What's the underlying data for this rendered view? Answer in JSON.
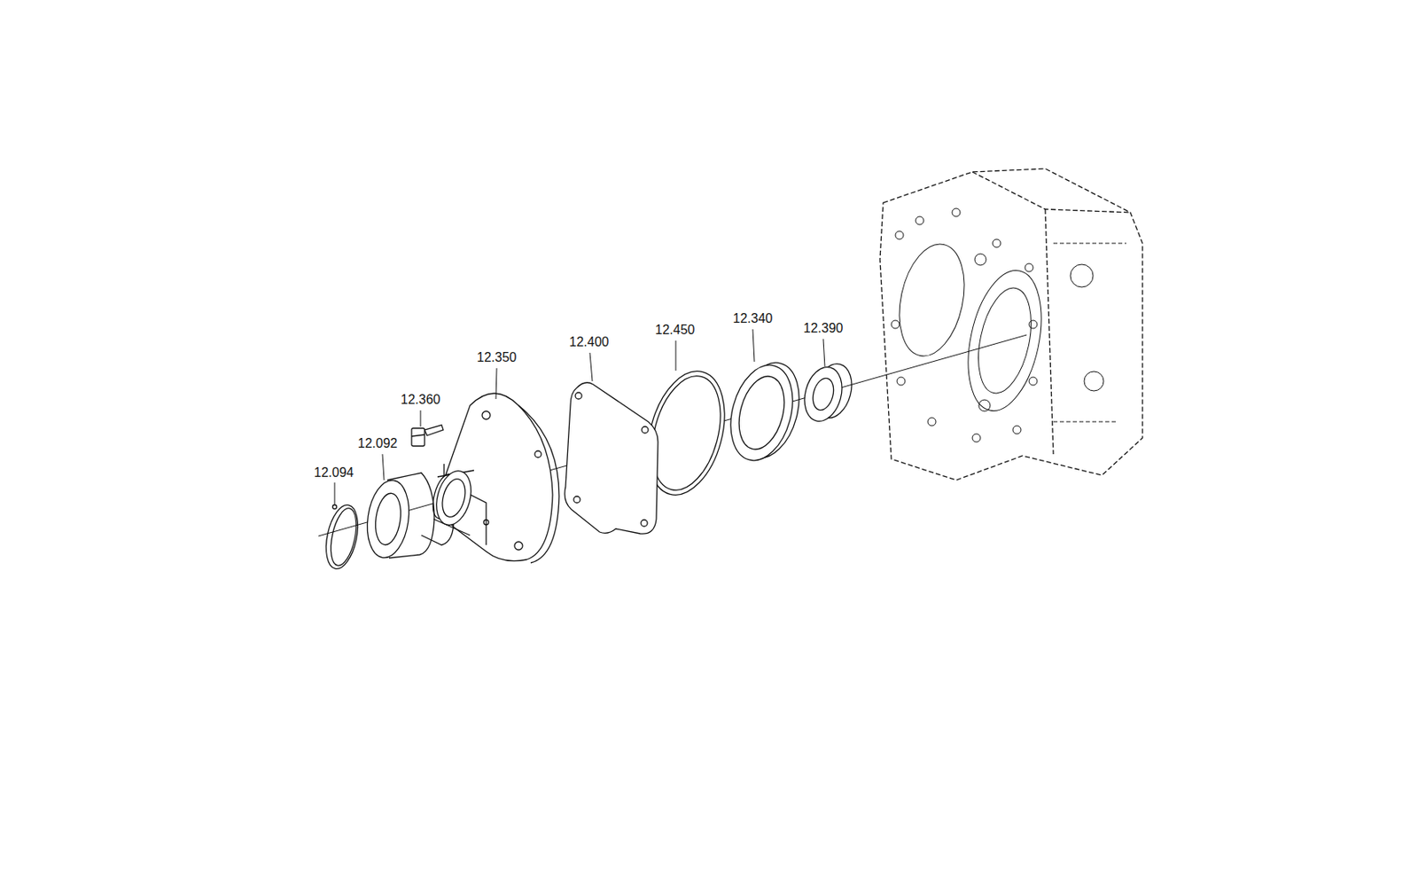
{
  "diagram": {
    "labels": [
      "12.094",
      "12.092",
      "12.360",
      "12.350",
      "12.400",
      "12.450",
      "12.340",
      "12.390"
    ]
  }
}
